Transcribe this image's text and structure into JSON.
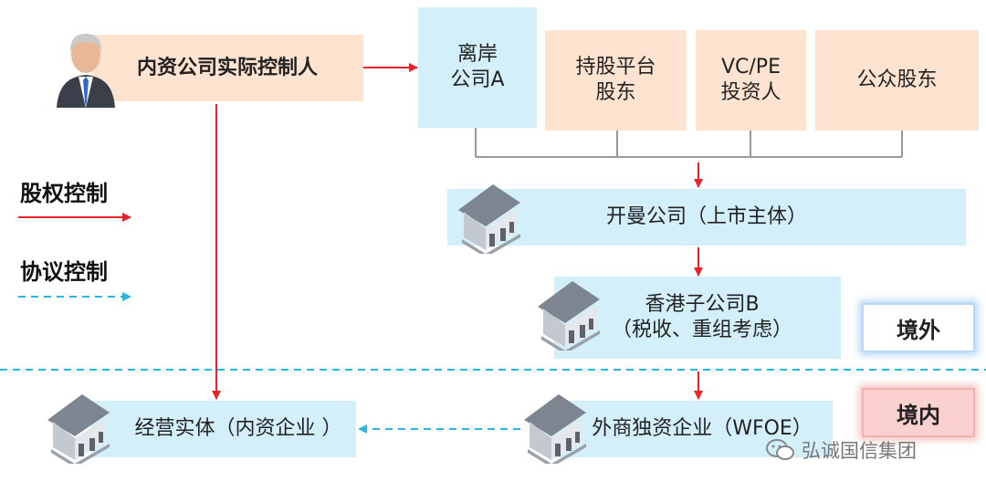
{
  "controller": "内资公司实际控制人",
  "shareholders": {
    "offshore_a": "离岸\n公司A",
    "platform": "持股平台\n股东",
    "vcpe": "VC/PE\n投资人",
    "public": "公众股东"
  },
  "listed": "开曼公司（上市主体）",
  "hk_sub": "香港子公司B\n（税收、重组考虑）",
  "wfoe": "外商独资企业（WFOE）",
  "operating": "经营实体（内资企业 ）",
  "legend": {
    "equity": "股权控制",
    "agreement": "协议控制"
  },
  "region": {
    "offshore": "境外",
    "onshore": "境内"
  },
  "watermark": "弘诚国信集团",
  "colors": {
    "equity_arrow": "#e8242b",
    "agreement_arrow": "#2bb3e6",
    "peach_box": "#fde3d0",
    "blue_box": "#d3effa"
  }
}
